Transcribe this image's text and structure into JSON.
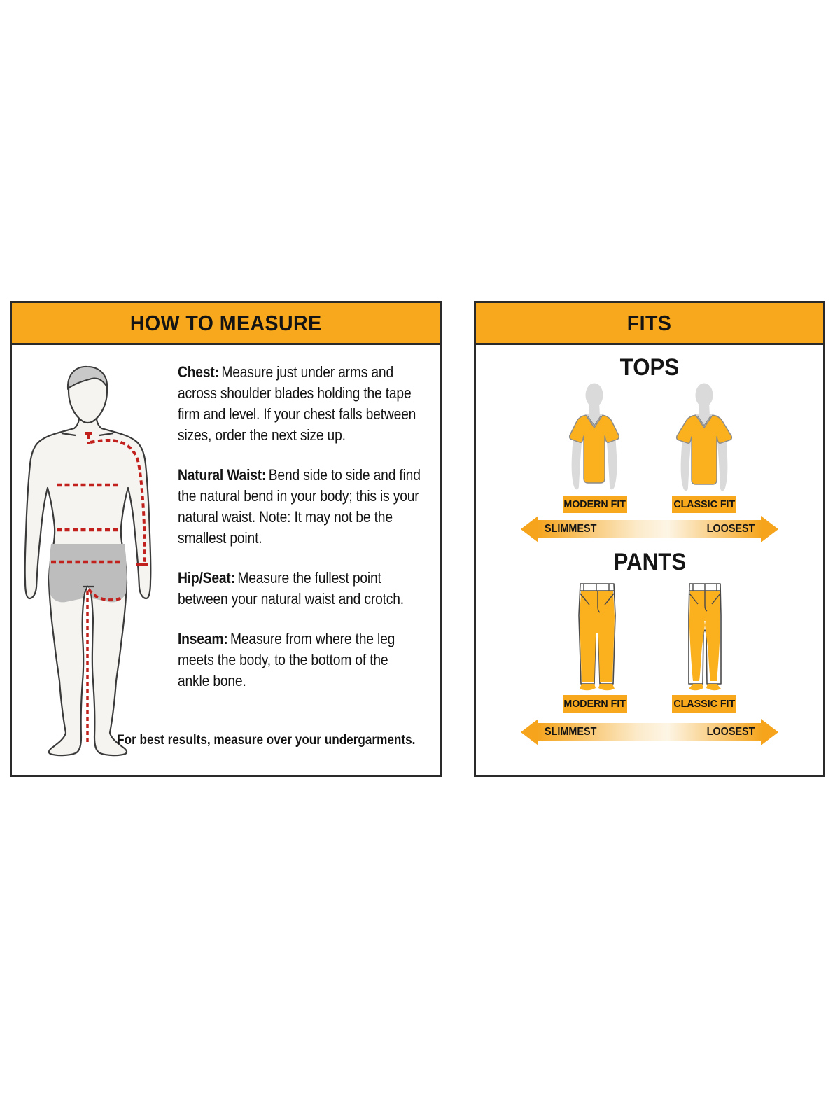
{
  "colors": {
    "amber": "#F7A81C",
    "garment_yellow": "#FBB01E",
    "arrow_orange": "#F5A41C",
    "arrow_light": "#FDF5E5",
    "measure_line_red": "#C1201C",
    "panel_border": "#2A2A2A",
    "text": "#141414"
  },
  "measure_panel": {
    "title": "HOW TO MEASURE",
    "figure": "male-body-measurement-figure",
    "instructions": [
      {
        "label": "Chest:",
        "text": "Measure just under arms and across shoulder blades holding the tape firm and level. If your chest falls between sizes, order the next size up."
      },
      {
        "label": "Natural Waist:",
        "text": "Bend side to side and find the natural bend in your body; this is your natural waist. Note: It may not be the smallest point."
      },
      {
        "label": "Hip/Seat:",
        "text": "Measure the fullest point between your natural waist and crotch."
      },
      {
        "label": "Inseam:",
        "text": "Measure from where the leg meets the body, to the bottom of the ankle bone."
      }
    ],
    "footnote": "For best results, measure over your undergarments."
  },
  "fits_panel": {
    "title": "FITS",
    "groups": [
      {
        "title": "TOPS",
        "fits": [
          {
            "label": "MODERN FIT"
          },
          {
            "label": "CLASSIC FIT"
          }
        ],
        "scale_left": "SLIMMEST",
        "scale_right": "LOOSEST"
      },
      {
        "title": "PANTS",
        "fits": [
          {
            "label": "MODERN FIT"
          },
          {
            "label": "CLASSIC FIT"
          }
        ],
        "scale_left": "SLIMMEST",
        "scale_right": "LOOSEST"
      }
    ]
  }
}
